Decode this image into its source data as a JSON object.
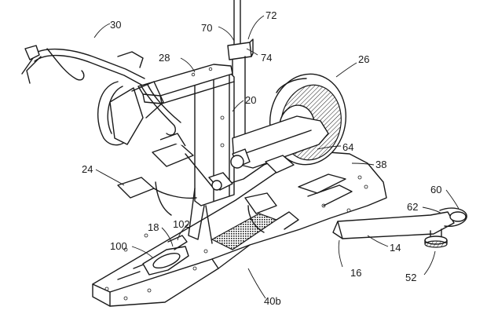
{
  "labels": {
    "l30": "30",
    "l70": "70",
    "l72": "72",
    "l74": "74",
    "l28": "28",
    "l26": "26",
    "l20": "20",
    "l64": "64",
    "l24": "24",
    "l38": "38",
    "l60": "60",
    "l62": "62",
    "l18": "18",
    "l102": "102",
    "l100": "100",
    "l14": "14",
    "l16": "16",
    "l52": "52",
    "l40b": "40b"
  }
}
